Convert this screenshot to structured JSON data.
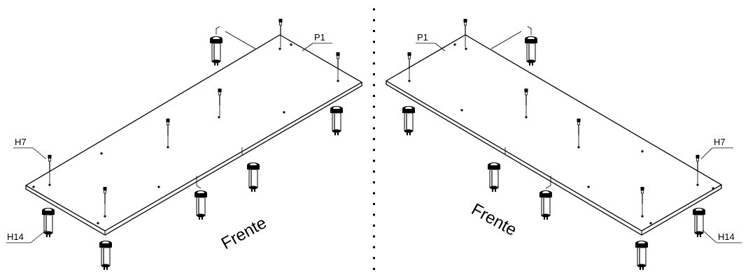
{
  "left_view": {
    "label_panel": "P1",
    "label_screw": "H7",
    "label_leg": "H14",
    "front_label": "Frente"
  },
  "right_view": {
    "label_panel": "P1",
    "label_screw": "H7",
    "label_leg": "H14",
    "front_label": "Frente"
  },
  "colors": {
    "line": "#000000",
    "background": "#ffffff"
  }
}
